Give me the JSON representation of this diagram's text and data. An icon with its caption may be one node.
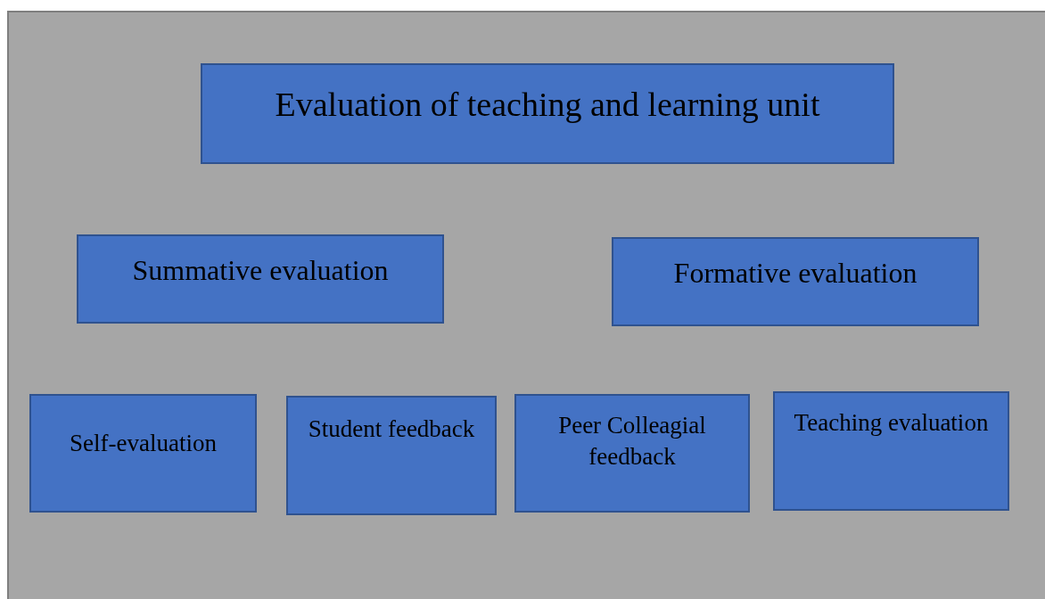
{
  "diagram": {
    "nodes": [
      {
        "text": [
          "Evaluation of teaching and learning unit"
        ]
      },
      {
        "text": [
          "Summative evaluation"
        ]
      },
      {
        "text": [
          "Formative evaluation"
        ]
      },
      {
        "text": [
          "Self-evaluation"
        ]
      },
      {
        "text": [
          "Student feedback"
        ]
      },
      {
        "text": [
          "Peer Colleagial feedback"
        ]
      },
      {
        "text": [
          "Teaching evaluation"
        ]
      }
    ]
  }
}
